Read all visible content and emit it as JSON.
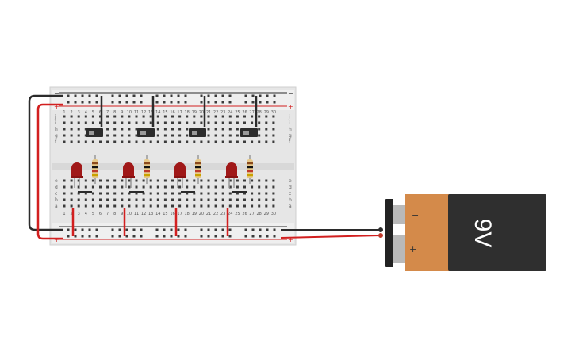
{
  "breadboard": {
    "column_numbers": [
      "1",
      "2",
      "3",
      "4",
      "5",
      "6",
      "7",
      "8",
      "9",
      "10",
      "11",
      "12",
      "13",
      "14",
      "15",
      "16",
      "17",
      "18",
      "19",
      "20",
      "21",
      "22",
      "23",
      "24",
      "25",
      "26",
      "27",
      "28",
      "29",
      "30"
    ],
    "row_letters_top": [
      "j",
      "i",
      "h",
      "g",
      "f"
    ],
    "row_letters_bottom": [
      "e",
      "d",
      "c",
      "b",
      "a"
    ],
    "rail_minus": "−",
    "rail_plus": "+"
  },
  "battery": {
    "voltage_label": "9V",
    "terminal_minus": "−",
    "terminal_plus": "+",
    "colors": {
      "body": "#2f2f2f",
      "band": "#d48a4a",
      "terminal": "#b9b9b9"
    }
  },
  "components": {
    "switches": 4,
    "leds": 4,
    "resistors": 4
  },
  "colors": {
    "breadboard": "#e4e4e4",
    "rail_red": "#d21f1f",
    "rail_black": "#2b2b2b",
    "wire_red": "#d21f1f",
    "wire_black": "#2b2b2b",
    "led": "#a01818"
  }
}
